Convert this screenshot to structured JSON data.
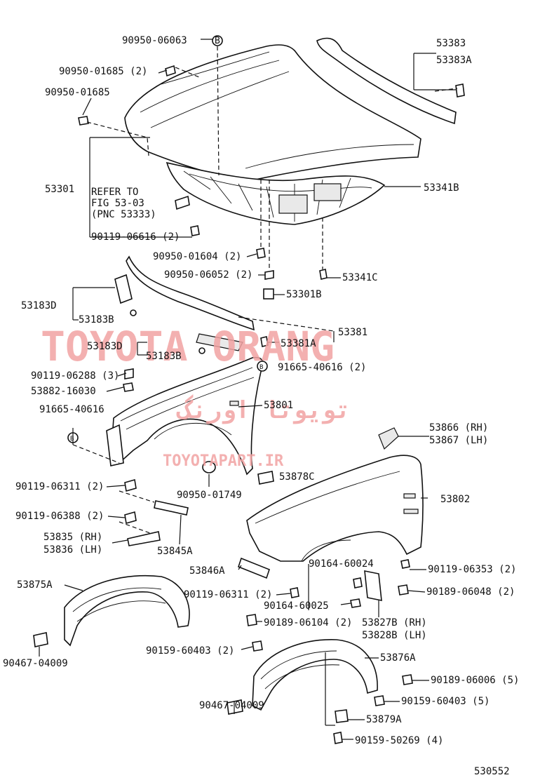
{
  "watermark": {
    "brand": "TOYOTA ORANG",
    "arabic": "تويوتا اورنگ",
    "site": "TOYOTAPART.IR",
    "color": "#f2a3a3"
  },
  "refer_note": {
    "line1": "REFER TO",
    "line2": "FIG 53-03",
    "line3": "(PNC 53333)"
  },
  "drawing_number": "530552",
  "callouts": [
    "90950-06063",
    "90950-01685 (2)",
    "90950-01685",
    "53301",
    "90119-06616 (2)",
    "53383",
    "53383A",
    "53341B",
    "90950-01604 (2)",
    "90950-06052 (2)",
    "53341C",
    "53301B",
    "53183D",
    "53183B",
    "53381",
    "53183D",
    "53183B",
    "53381A",
    "90119-06288 (3)",
    "91665-40616 (2)",
    "53882-16030",
    "53801",
    "91665-40616",
    "53866 (RH)",
    "53867 (LH)",
    "53878C",
    "90119-06311 (2)",
    "90950-01749",
    "53802",
    "90119-06388 (2)",
    "53835 (RH)",
    "53836 (LH)",
    "53845A",
    "53846A",
    "90164-60024",
    "90119-06353 (2)",
    "53875A",
    "90119-06311 (2)",
    "90164-60025",
    "90189-06048 (2)",
    "90189-06104 (2)",
    "53827B (RH)",
    "53828B (LH)",
    "90467-04009",
    "90159-60403 (2)",
    "53876A",
    "90189-06006 (5)",
    "90159-60403 (5)",
    "90467-04009",
    "53879A",
    "90159-50269 (4)"
  ]
}
